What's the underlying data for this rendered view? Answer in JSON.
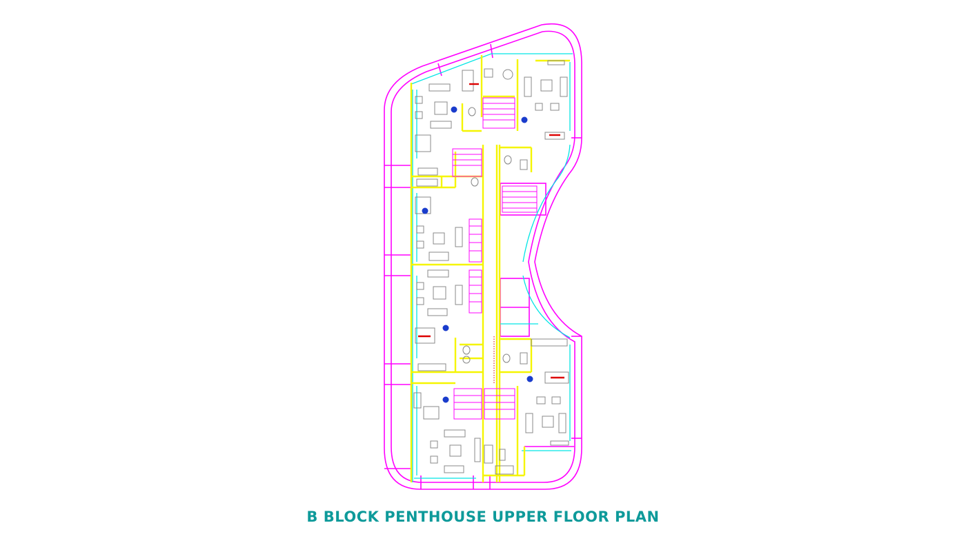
{
  "caption": {
    "text": "B BLOCK PENTHOUSE UPPER FLOOR PLAN",
    "color": "#0e9a9a"
  },
  "colors": {
    "outline": "#ff00ff",
    "wall": "#f5f500",
    "glazing": "#00e5e5",
    "furniture": "#888888",
    "marker": "#1a3ccc",
    "accent": "#dd0000"
  },
  "diagram": {
    "markers": [
      "unit-marker-1",
      "unit-marker-2",
      "unit-marker-3",
      "unit-marker-4",
      "unit-marker-5",
      "unit-marker-6"
    ]
  }
}
